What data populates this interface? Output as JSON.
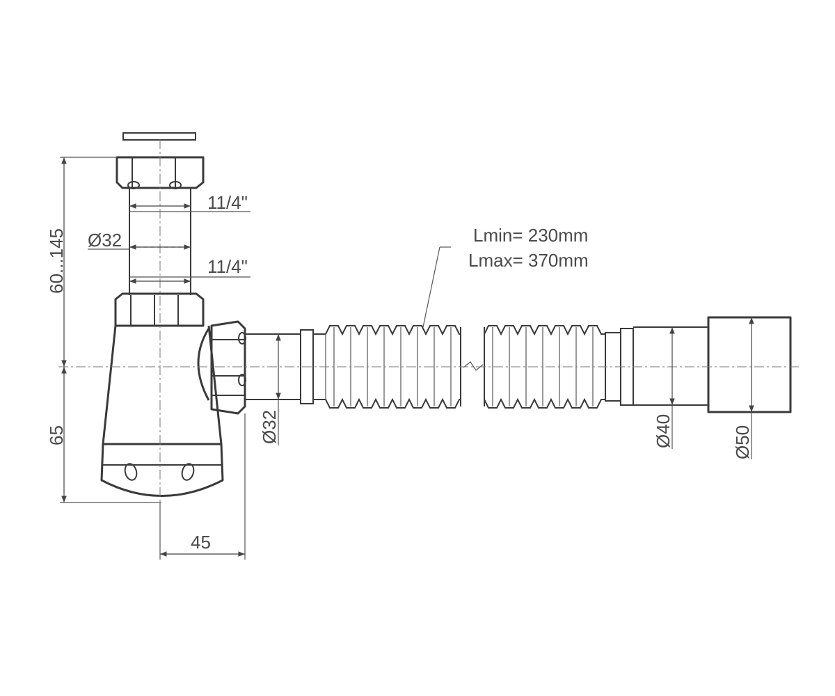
{
  "labels": {
    "lmin": "Lmin= 230mm",
    "lmax": "Lmax= 370mm",
    "thread_top": "11/4\"",
    "thread_bottom": "11/4\"",
    "dia_inlet": "Ø32",
    "dia_outlet_nut": "Ø32",
    "dia_outlet_pipe": "Ø40",
    "dia_outlet_cuff": "Ø50",
    "height_adjust": "60...145",
    "height_lower": "65",
    "width_offset": "45"
  }
}
